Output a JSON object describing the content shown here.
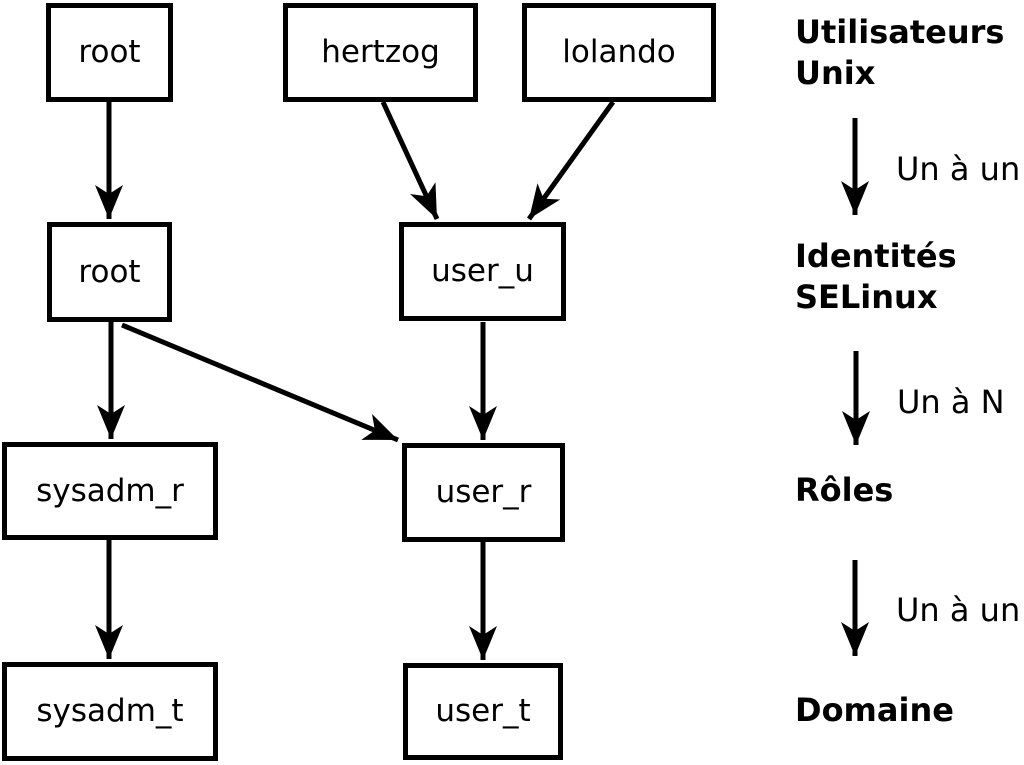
{
  "colors": {
    "ink": "#000000",
    "background": "#ffffff"
  },
  "nodes": {
    "unix_root": "root",
    "unix_hertzog": "hertzog",
    "unix_lolando": "lolando",
    "selinux_root": "root",
    "selinux_user_u": "user_u",
    "role_sysadm_r": "sysadm_r",
    "role_user_r": "user_r",
    "domain_sysadm_t": "sysadm_t",
    "domain_user_t": "user_t"
  },
  "edges": [
    {
      "from": "unix_root",
      "to": "selinux_root"
    },
    {
      "from": "unix_hertzog",
      "to": "selinux_user_u"
    },
    {
      "from": "unix_lolando",
      "to": "selinux_user_u"
    },
    {
      "from": "selinux_root",
      "to": "role_sysadm_r"
    },
    {
      "from": "selinux_root",
      "to": "role_user_r"
    },
    {
      "from": "selinux_user_u",
      "to": "role_user_r"
    },
    {
      "from": "role_sysadm_r",
      "to": "domain_sysadm_t"
    },
    {
      "from": "role_user_r",
      "to": "domain_user_t"
    }
  ],
  "legend": {
    "level1_line1": "Utilisateurs",
    "level1_line2": "Unix",
    "arrow1_label": "Un à un",
    "level2_line1": "Identités",
    "level2_line2": "SELinux",
    "arrow2_label": "Un à N",
    "level3": "Rôles",
    "arrow3_label": "Un à un",
    "level4": "Domaine"
  }
}
